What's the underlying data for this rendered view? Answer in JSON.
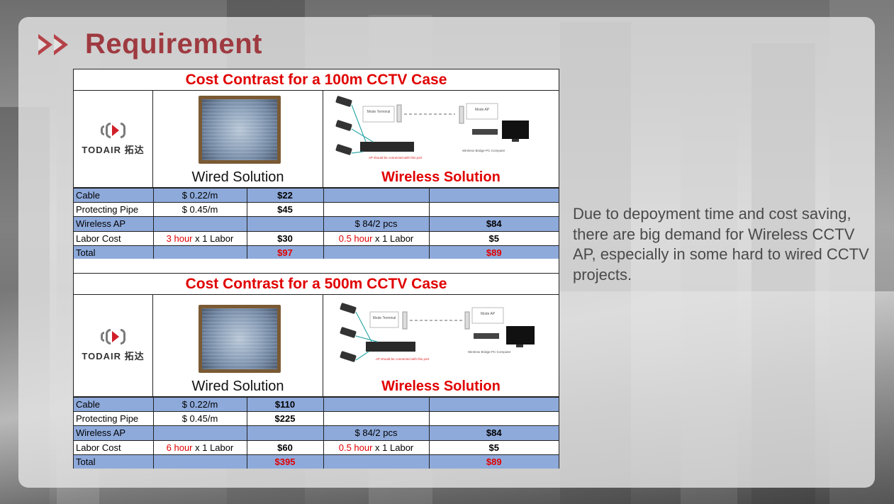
{
  "slide": {
    "title": "Requirement",
    "description": "Due to depoyment time and cost saving, there are big demand for Wireless CCTV AP, especially in some hard to wired CCTV projects.",
    "accent_color": "#9e3a40"
  },
  "logo": {
    "text": "TODAIR 拓达"
  },
  "labels": {
    "wired": "Wired Solution",
    "wireless": "Wireless Solution"
  },
  "diagram": {
    "terminal": "Mode Terminal",
    "ap": "Mode AP",
    "poe_note": "AP should be connected with this port",
    "bridge_caption": "Wireless Bridge-PC-Computer"
  },
  "cases": [
    {
      "title": "Cost Contrast for a 100m CCTV Case",
      "rows": [
        {
          "item": "Cable",
          "wired_unit": "$ 0.22/m",
          "wired_cost": "$22",
          "wireless_unit": "",
          "wireless_cost": ""
        },
        {
          "item": "Protecting Pipe",
          "wired_unit": "$ 0.45/m",
          "wired_cost": "$45",
          "wireless_unit": "",
          "wireless_cost": ""
        },
        {
          "item": "Wireless AP",
          "wired_unit": "",
          "wired_cost": "",
          "wireless_unit": "$ 84/2 pcs",
          "wireless_cost": "$84"
        },
        {
          "item": "Labor Cost",
          "wired_unit_hours": "3 hour",
          "wired_unit_labor": " x 1 Labor",
          "wired_cost": "$30",
          "wireless_unit_hours": "0.5 hour",
          "wireless_unit_labor": " x 1 Labor",
          "wireless_cost": "$5"
        },
        {
          "item": "Total",
          "wired_unit": "",
          "wired_cost": "$97",
          "wireless_unit": "",
          "wireless_cost": "$89"
        }
      ]
    },
    {
      "title": "Cost Contrast for a 500m CCTV Case",
      "rows": [
        {
          "item": "Cable",
          "wired_unit": "$ 0.22/m",
          "wired_cost": "$110",
          "wireless_unit": "",
          "wireless_cost": ""
        },
        {
          "item": "Protecting Pipe",
          "wired_unit": "$ 0.45/m",
          "wired_cost": "$225",
          "wireless_unit": "",
          "wireless_cost": ""
        },
        {
          "item": "Wireless AP",
          "wired_unit": "",
          "wired_cost": "",
          "wireless_unit": "$ 84/2 pcs",
          "wireless_cost": "$84"
        },
        {
          "item": "Labor Cost",
          "wired_unit_hours": "6 hour",
          "wired_unit_labor": " x 1 Labor",
          "wired_cost": "$60",
          "wireless_unit_hours": "0.5 hour",
          "wireless_unit_labor": " x 1 Labor",
          "wireless_cost": "$5"
        },
        {
          "item": "Total",
          "wired_unit": "",
          "wired_cost": "$395",
          "wireless_unit": "",
          "wireless_cost": "$89"
        }
      ]
    }
  ],
  "colors": {
    "row_blue": "#8eaadb",
    "highlight_red": "#e00000"
  }
}
